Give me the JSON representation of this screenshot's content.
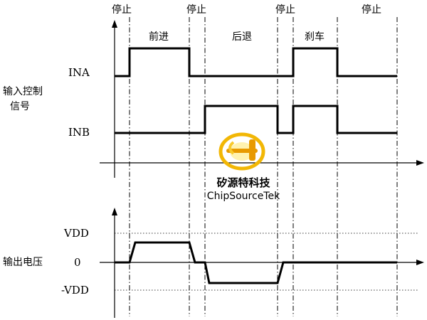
{
  "phases": {
    "stop_1": "停止",
    "stop_2": "停止",
    "stop_3": "停止",
    "stop_4": "停止",
    "forward": "前进",
    "backward": "后退",
    "brake": "刹车"
  },
  "signals": {
    "group_label_line1": "输入控制",
    "group_label_line2": "信号",
    "ina": "INA",
    "inb": "INB"
  },
  "output": {
    "label": "输出电压",
    "vdd": "VDD",
    "zero": "0",
    "neg_vdd": "-VDD"
  },
  "watermark": {
    "name_cn": "矽源特科技",
    "name_en": "ChipSourceTek",
    "logo_icon": "cst-logo-icon",
    "logo_color": "#F2B705"
  }
}
